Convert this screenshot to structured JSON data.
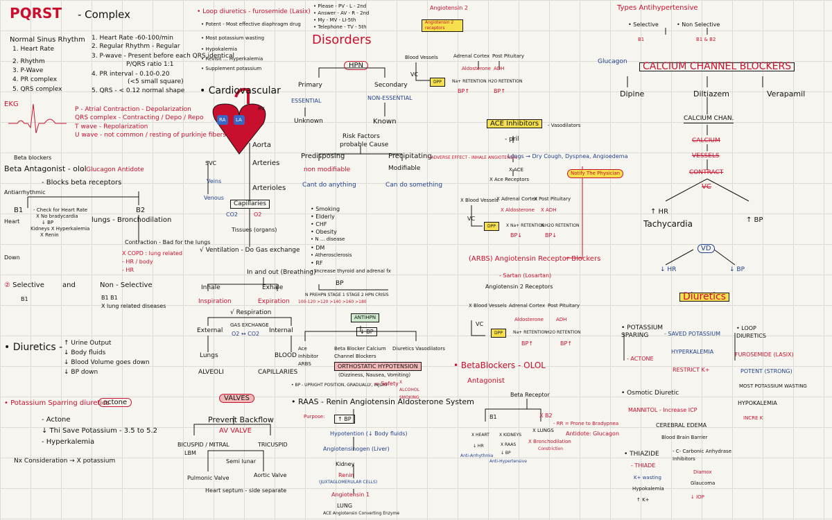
{
  "pqrst": {
    "title": "PQRST",
    "title_suffix": "- Complex",
    "normal_sinus": "Normal Sinus Rhythm",
    "heart_rate_items": [
      "1. Heart Rate",
      "2. Rhythm",
      "3. P-Wave",
      "4. PR complex",
      "5. QRS complex"
    ],
    "criteria": [
      "1. Heart Rate -60-100/min",
      "2. Regular Rhythm - Regular",
      "3. P-wave - Present before each QRS identical",
      "P/QRS ratio 1:1",
      "4. PR interval - 0.10-0.20",
      "(<5 small square)",
      "5. QRS - < 0.12 normal shape"
    ],
    "ekg": "EKG",
    "waves": [
      "P - Atrial Contraction - Depolarization",
      "QRS complex - Contracting / Depo / Repo",
      "T wave - Repolarization",
      "U wave - not common / resting of purkinje fibers"
    ]
  },
  "beta": {
    "heading": "Beta blockers",
    "antagonist": "Beta Antagonist - olol",
    "glucagon_antidote": "- Glucagon Antidote",
    "blocks": "- Blocks beta receptors",
    "antiarrhythmic": "Antiarrhythmic",
    "b1": "B1",
    "b2": "B2",
    "heart": "Heart",
    "down": "Down",
    "check": [
      "- Check for Heart Rate",
      "X No bradycardia",
      "↓ BP",
      "Kidneys  X Hyperkalemia",
      "X Renin"
    ],
    "lungs": "lungs - Bronchodilation",
    "contraction": "Contraction - Bad for the lungs",
    "copd": "X COPD : lung related",
    "hr_body": "- HR / body",
    "hr": "- HR",
    "selective": "Selective",
    "and": "and",
    "non_selective": "Non - Selective",
    "b1_label": "B1",
    "b1b1": "B1 B1",
    "lung_related": "X lung related diseases"
  },
  "diuretics_left": {
    "title": "Diuretics -",
    "items": [
      "↑ Urine Output",
      "↓ Body fluids",
      "↓ Blood Volume goes down",
      "↓ BP down"
    ],
    "potassium": "Potassium Sparring diuretics",
    "actone": "actone",
    "actone_items": [
      "- Actone",
      "↓ Thi  Save Potassium - 3.5 to 5.2",
      "- Hyperkalemia"
    ],
    "nx": "Nx Consideration → X potassium"
  },
  "loop": {
    "loop": "Loop diuretics - furosemide (Lasix)",
    "items": [
      "Potent - Most effective diaphragm drug",
      "Most potassium wasting",
      "Hypokalemia",
      "Revisit ... Hyperkalemia",
      "Supplement potassium"
    ]
  },
  "cardio": {
    "title": "Cardiovascular",
    "ra": "RA",
    "la": "LA",
    "rv": "RV",
    "svc": "SVC",
    "veins": "Veins",
    "venous": "Venous",
    "aorta": "Aorta",
    "arteries": "Arteries",
    "arterioles": "Arterioles",
    "capillaries": "Capillaries",
    "co2": "CO2",
    "o2": "O2",
    "tissues": "Tissues (organs)",
    "ventilation": "√ Ventilation - Do Gas exchange",
    "in_out": "In and out (Breathing)",
    "inhale": "Inhale",
    "exhale": "Exhale",
    "inspiration": "Inspiration",
    "expiration": "Expiration",
    "respiration": "√ Respiration",
    "external": "External",
    "gas_exchange": "GAS EXCHANGE",
    "gas_formula": "O2 ↔ CO2",
    "internal": "Internal",
    "lungs": "Lungs",
    "alveoli": "ALVEOLI",
    "blood": "BLOOD",
    "capillaries2": "CAPILLARIES",
    "valves": "VALVES",
    "prevent": "Prevent Backflow",
    "av": "AV VALVE",
    "bicuspid": "BICUSPID / MITRAL",
    "lbm": "LBM",
    "tricuspid": "TRICUSPID",
    "semilunar": "Semi lunar",
    "pulmonic": "Pulmonic Valve",
    "aortic": "Aortic Valve",
    "septum": "Heart septum - side separate"
  },
  "phone": {
    "lines": [
      "Please - PV - L - 2nd",
      "Answer - AV - R - 2nd",
      "My - MV - LI-5th",
      "Telephone - TV - 5th"
    ]
  },
  "disorders": {
    "title": "Disorders",
    "hpn": "HPN",
    "primary": "Primary",
    "secondary": "Secondary",
    "essential": "ESSENTIAL",
    "non_essential": "NON-ESSENTIAL",
    "unknown": "Unknown",
    "known": "Known",
    "risk": "Risk Factors",
    "probable": "probable Cause",
    "predisposing": "Predisposing",
    "non_mod": "non modifiable",
    "cant": "Cant do anything",
    "precipitating": "Precipitating",
    "modifiable": "Modifiable",
    "can": "Can do something",
    "list": [
      "Smoking",
      "Elderly",
      "CHF",
      "Obesity",
      "N ... disease",
      "DM",
      "Atherosclerosis",
      "RF",
      "Increase thyroid and adrenal fx"
    ],
    "bp": "BP",
    "bp_stages": "N  PREHPN  STAGE 1  STAGE 2  HPN CRISIS",
    "bp_values": "100-120  >120  >140  >160  >180",
    "antihpn": "ANTIHPN",
    "down_bp": "↓ BP",
    "ace_inh": "Ace Inhibitor ARBS",
    "beta_blocker": "Beta Blocker Calcium Channel Blockers",
    "diuretics": "Diuretics Vasodilators",
    "ortho": "ORTHOSTATIC HYPOTENSION",
    "dizziness": "(Dizziness, Nausea, Vomiting)",
    "bp_upright": "BP - UPRIGHT POSITION, GRADUALLY, INJURY",
    "safety": "= Safety",
    "alcohol": "X ALCOHOL SMOKING",
    "raas": "RAAS - Renin Angiotensin Aldosterone System",
    "purpose": "Purpose:",
    "up_bp": "↑ BP",
    "hypo": "Hypotention (↓ Body fluids)",
    "angio": "Angiotensinogen (Liver)",
    "kidney": "Kidney",
    "renin": "Renin",
    "jg": "(JUXTAGLOMERULAR CELLS)",
    "angio1": "Angiotensin 1",
    "lung": "LUNG",
    "ace": "ACE Angiotensin Converting Enzyme"
  },
  "middle": {
    "angio2": "Angiotensin 2",
    "angio2_rec": "Angiotensin 2 receptors",
    "cols": [
      "Blood Vessels",
      "Adrenal Cortex",
      "Post Pituitary"
    ],
    "vc": "VC",
    "aldo": "Aldosterone",
    "adh": "ADH",
    "na": "Na+ RETENTION",
    "h2o": "H2O RETENTION",
    "bpup": "BP↑",
    "bpup2": "BP↑",
    "ace_title": "ACE Inhibitors",
    "vaso": "- Vasodilators",
    "pril": "- pril",
    "lungs_line": "Lungs → Dry Cough, Dyspnea, Angioedema",
    "x_ace": "X ACE",
    "x_ace_rec": "X Ace Receptors",
    "adverse": "ADVERSE EFFECT - INHALE ANGIOTENSIN",
    "notify": "Notify The Physician",
    "x_cols": [
      "X Blood Vessels",
      "X Adrenal Cortex",
      "X Post Pituitary"
    ],
    "x_aldo": "X Aldosterone",
    "x_adh": "X ADH",
    "x_na": "X Na+ RETENTION",
    "x_h2o": "X H2O RETENTION",
    "bpdown": "BP↓",
    "bpdown2": "BP↓",
    "arbs": "(ARBS) Angiotensin Receptor Blockers",
    "sartan": "- Sartan (Losartan)",
    "arb_rec": "Angiotensin 2 Receptors",
    "dpp": "DPP",
    "bb_title": "BetaBlockers - OLOL",
    "antagonist": "Antagonist",
    "beta_rec": "Beta Receptor",
    "b1": "B1",
    "b2": "X B2",
    "b1_items": [
      "X HEART",
      "↓ HR",
      "Anti-Arrhythmia"
    ],
    "b1_items2": [
      "X KIDNEYS",
      "X RAAS",
      "↓ BP",
      "Anti-Hypertensive"
    ],
    "b2_items": [
      "X LUNGS",
      "X Bronchodilation",
      "Constriction"
    ],
    "rr": "- RR = Prone to Bradypnea",
    "antidote": "Antidote: Glucagon"
  },
  "ccb": {
    "types": "Types Antihypertensive",
    "selective": "Selective",
    "non_selective": "Non Selective",
    "b1": "B1",
    "b1b2": "B1 & B2",
    "glucagon": "Glucagon",
    "title": "CALCIUM CHANNEL BLOCKERS",
    "dipine": "Dipine",
    "diltiazem": "Diltiazem",
    "verapamil": "Verapamil",
    "calcium_chan": "CALCIUM CHAN.",
    "calcium": "CALCIUM",
    "vessels": "VESSELS",
    "contract": "CONTRACT",
    "vc": "VC",
    "hr": "↑ HR",
    "tachy": "Tachycardia",
    "bp": "↑ BP",
    "vd": "VD",
    "dhr": "↓ HR",
    "dbp": "↓ BP"
  },
  "diuretics_right": {
    "title": "Diuretics",
    "ps": "POTASSIUM SPARING",
    "saved": "- SAVED POTASSIUM",
    "hyperk": "HYPERKALEMIA",
    "restrict": "RESTRICT K+",
    "actone": "- ACTONE",
    "loop": "LOOP DIURETICS",
    "furo": "FUROSEMIDE (LASIX)",
    "potent": "POTENT (STRONG)",
    "most": "MOST POTASSIUM WASTING",
    "hypok": "HYPOKALEMIA",
    "inc_k": "INCRE K",
    "osmotic": "Osmotic Diuretic",
    "mannitol": "MANNITOL - Increase ICP",
    "cerebral": "CEREBRAL EDEMA",
    "bbb": "Blood Brain Barrier",
    "thiazide": "THIAZIDE",
    "thiade": "- THIADE",
    "k_wasting": "K+ wasting",
    "hypokalemia": "Hypokalemia",
    "kplus": "↑ K+",
    "carbonic": "- C- Carbonic Anhydrase Inhibitors",
    "diamox": "Diamox",
    "glaucoma": "Glaucoma",
    "iop": "↓ IOP"
  }
}
